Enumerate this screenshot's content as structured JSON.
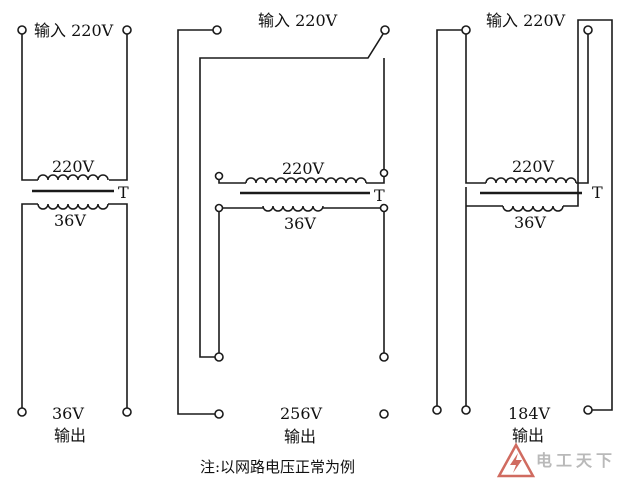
{
  "diagrams": [
    {
      "input_label": "输入 220V",
      "primary_label": "220V",
      "secondary_label": "36V",
      "transformer_label": "T",
      "output_value": "36V",
      "output_label": "输出"
    },
    {
      "input_label": "输入 220V",
      "primary_label": "220V",
      "secondary_label": "36V",
      "transformer_label": "T",
      "output_value": "256V",
      "output_label": "输出"
    },
    {
      "input_label": "输入 220V",
      "primary_label": "220V",
      "secondary_label": "36V",
      "transformer_label": "T",
      "output_value": "184V",
      "output_label": "输出"
    }
  ],
  "footnote": "注:以网路电压正常为例",
  "watermark": {
    "text": "电工天下",
    "logo_icon": "lightning-triangle-logo",
    "color": "#c0392b"
  }
}
